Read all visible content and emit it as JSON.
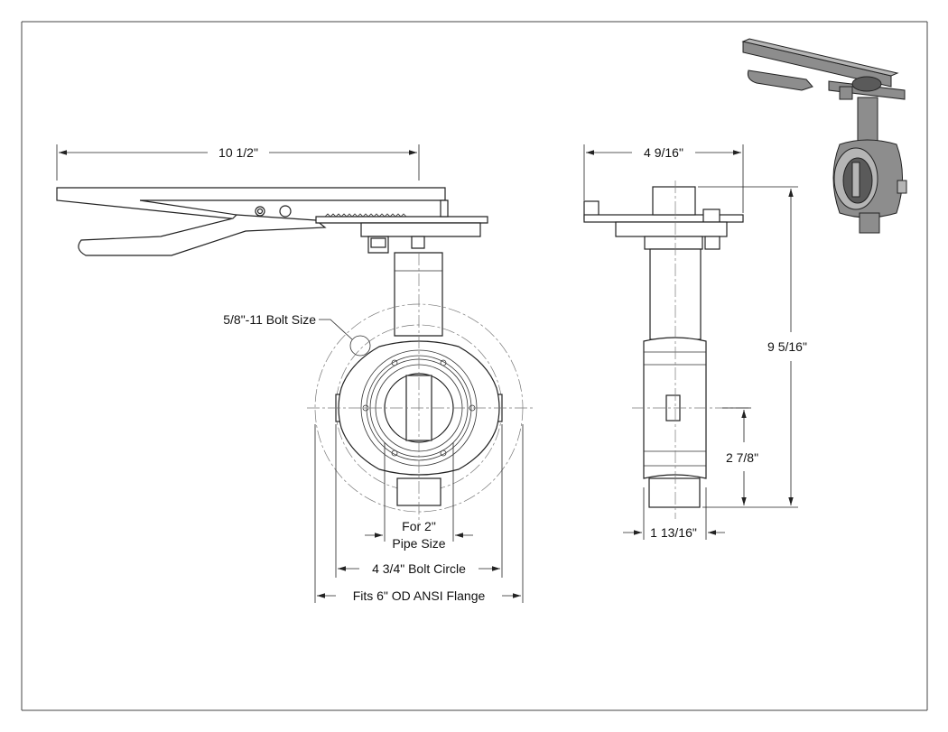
{
  "dimensions": {
    "handle_length": "10 1/2\"",
    "side_width": "4 9/16\"",
    "overall_height": "9 5/16\"",
    "center_height": "2 7/8\"",
    "body_thickness": "1 13/16\"",
    "bolt_size": "5/8\"-11 Bolt Size",
    "pipe_size_line1": "For 2\"",
    "pipe_size_line2": "Pipe Size",
    "bolt_circle": "4 3/4\" Bolt Circle",
    "flange_fit": "Fits 6\" OD ANSI Flange"
  },
  "colors": {
    "line": "#222222",
    "render_shade": "#8d8d8d"
  }
}
